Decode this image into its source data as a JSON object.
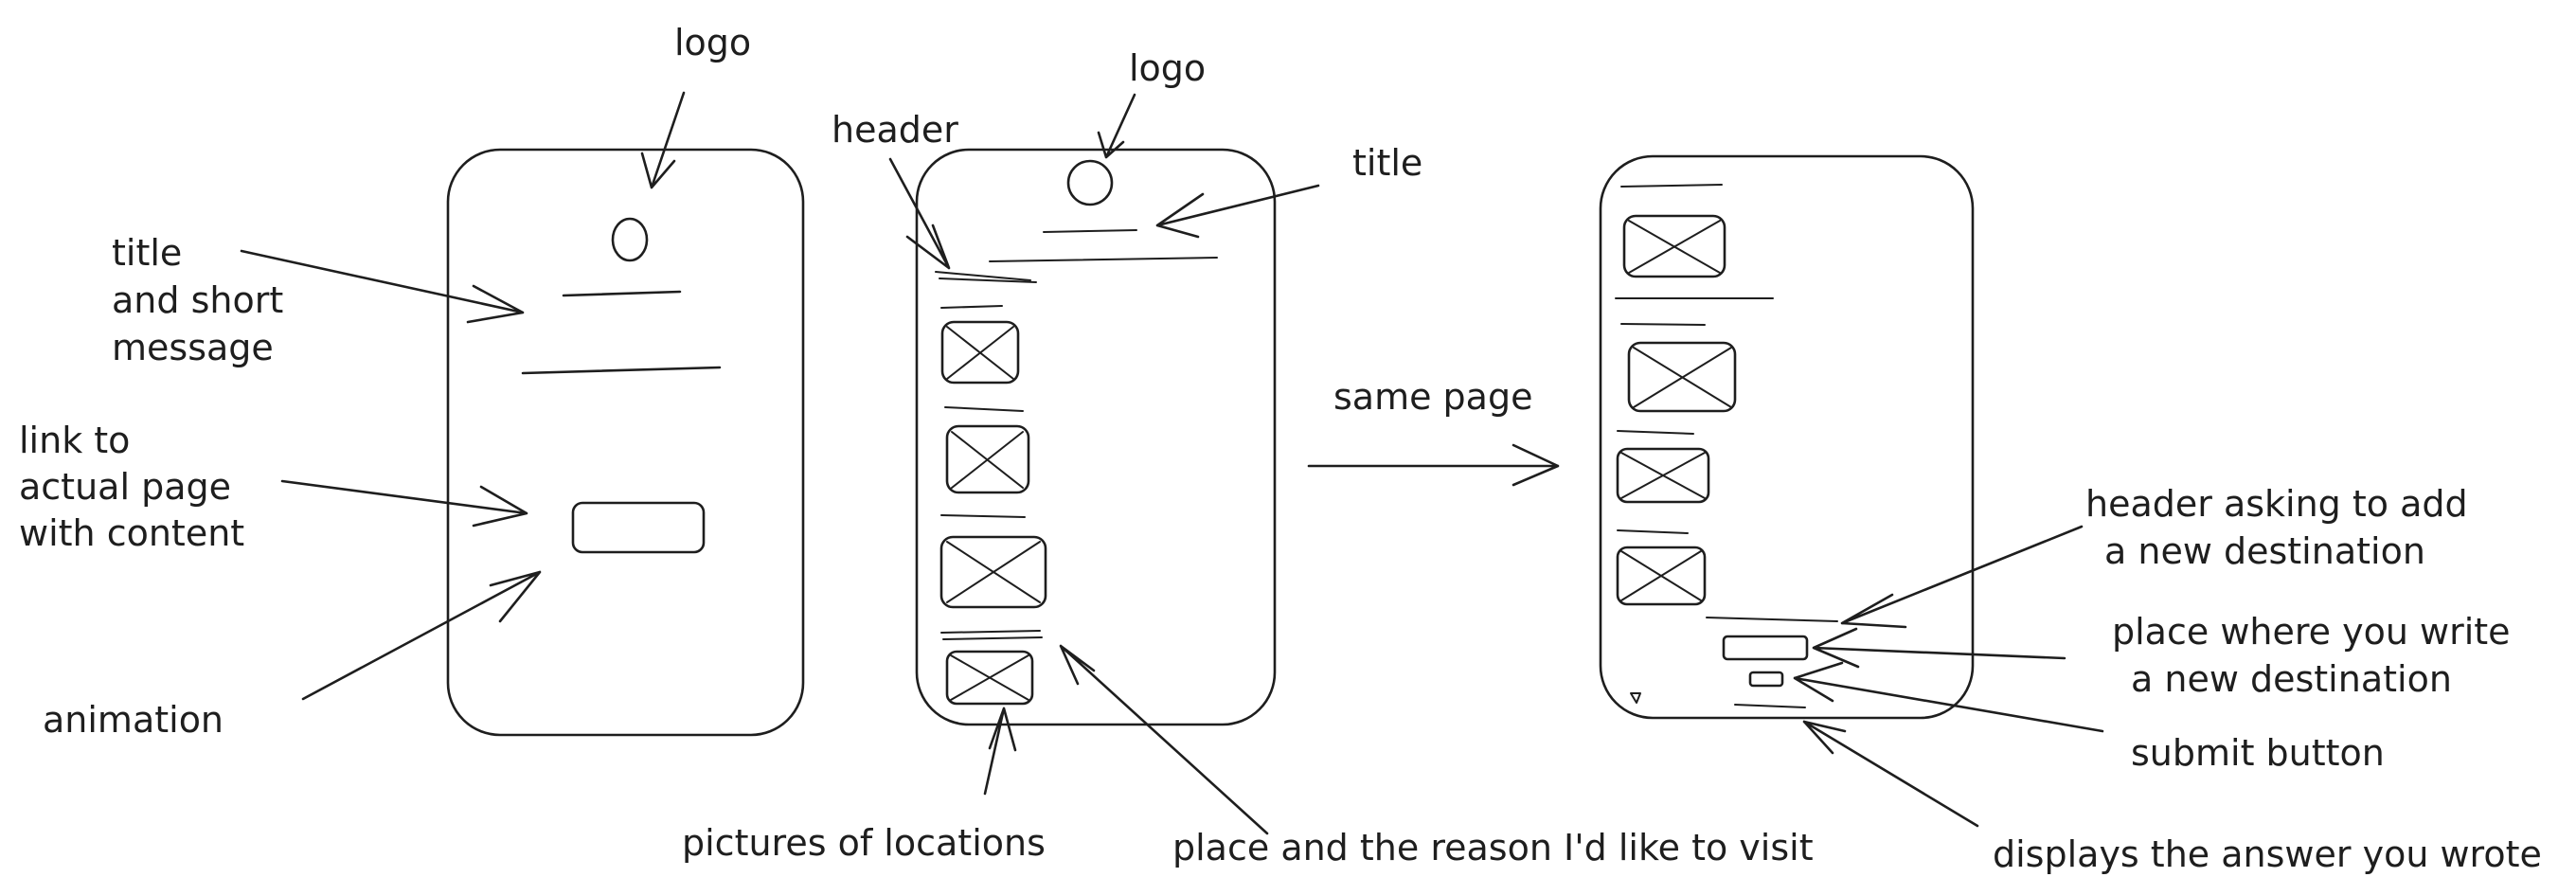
{
  "diagram": {
    "screen1": {
      "labels": {
        "logo": "logo",
        "title_message": [
          "title",
          "and short",
          "message"
        ],
        "link": [
          "link to",
          "actual page",
          "with content"
        ],
        "animation": "animation"
      }
    },
    "screen2": {
      "labels": {
        "logo": "logo",
        "header": "header",
        "title": "title",
        "pictures": "pictures of locations",
        "place_reason": "place and the reason I'd like to visit"
      }
    },
    "transition": {
      "label": "same page"
    },
    "screen3": {
      "labels": {
        "header_add": [
          "header asking to add",
          "a new destination"
        ],
        "write_place": [
          "place where you write",
          "a new destination"
        ],
        "submit": "submit button",
        "displays": "displays the answer you wrote"
      }
    }
  }
}
